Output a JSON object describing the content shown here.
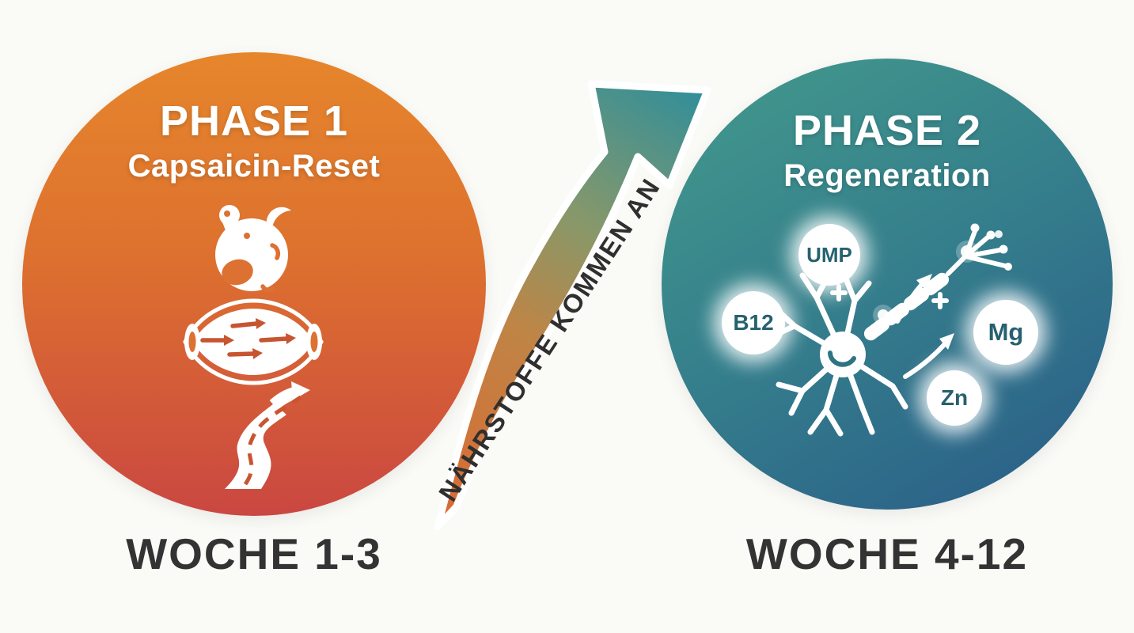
{
  "canvas": {
    "background": "#fafaf7"
  },
  "phase1": {
    "title": "PHASE 1",
    "subtitle": "Capsaicin-Reset",
    "week_label": "WOCHE 1-3",
    "circle_colors": {
      "top": "#e6862c",
      "bottom": "#ca4741"
    },
    "icons": [
      "capsaicin-receptor-icon",
      "blood-vessel-flow-icon",
      "winding-road-icon"
    ]
  },
  "phase2": {
    "title": "PHASE 2",
    "subtitle": "Regeneration",
    "week_label": "WOCHE 4-12",
    "circle_colors": {
      "top": "#41968c",
      "bottom": "#2a5e88"
    },
    "nutrients": [
      {
        "label": "UMP"
      },
      {
        "label": "B12"
      },
      {
        "label": "Mg"
      },
      {
        "label": "Zn"
      }
    ],
    "icons": [
      "neuron-regeneration-icon",
      "sparkle-plus-icon",
      "glow-dot-icon",
      "growth-arrow-icon"
    ]
  },
  "transition_arrow": {
    "label": "NÄHRSTOFFE KOMMEN AN",
    "gradient": {
      "start": "#d96a33",
      "end": "#2f8e9b"
    }
  },
  "week_label_color": "#333333",
  "badge_text_color": "#26616f"
}
